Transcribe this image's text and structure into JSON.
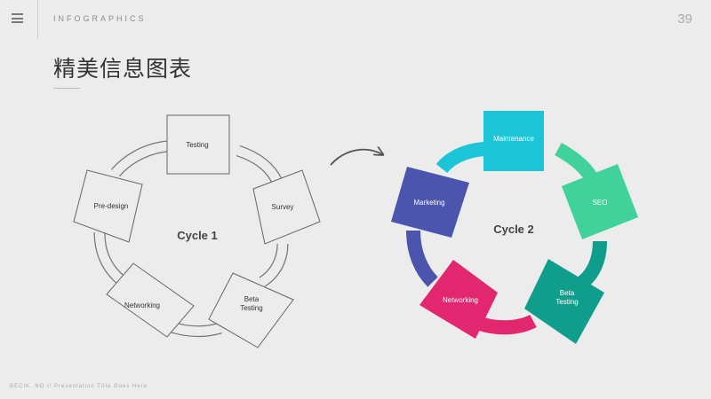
{
  "header": {
    "section": "INFOGRAPHICS",
    "page_number": "39"
  },
  "title": "精美信息图表",
  "footer": "BECIK. NO // Presentation Title Goes Here",
  "cycle1": {
    "label": "Cycle 1",
    "steps": [
      "Testing",
      "Survey",
      "Beta\nTesting",
      "Networking",
      "Pre-design"
    ]
  },
  "cycle2": {
    "label": "Cycle 2",
    "steps": [
      "Maintenance",
      "SEO",
      "Beta\nTesting",
      "Networking",
      "Marketing"
    ],
    "colors": {
      "maintenance": "#1cc4d8",
      "seo": "#41d29b",
      "beta_testing": "#109e8c",
      "networking": "#e2266f",
      "marketing": "#4b55ad"
    }
  }
}
